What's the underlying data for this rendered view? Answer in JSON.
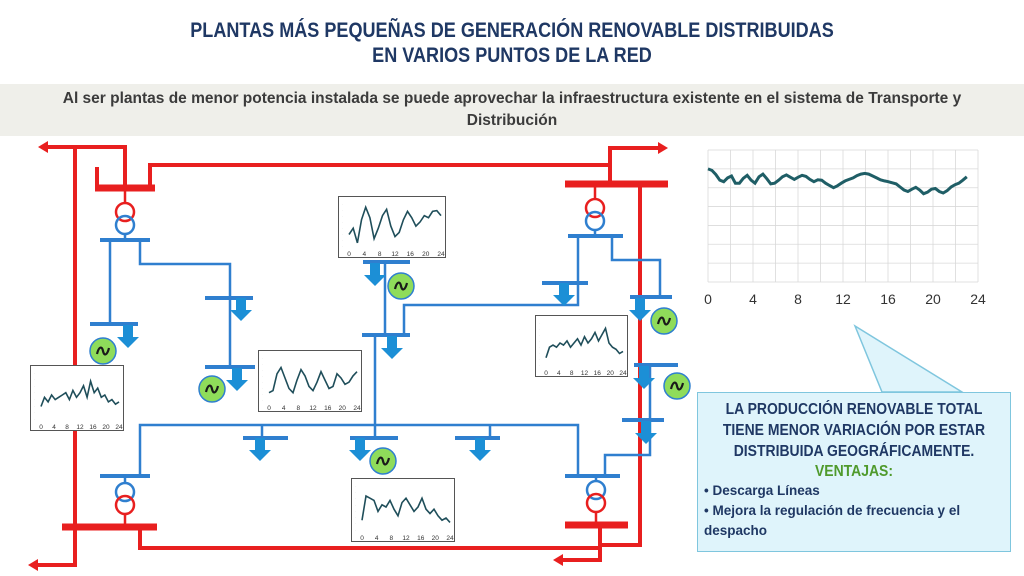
{
  "title": {
    "line1": "PLANTAS MÁS PEQUEÑAS DE GENERACIÓN RENOVABLE DISTRIBUIDAS",
    "line2": "EN VARIOS PUNTOS DE LA RED"
  },
  "subtitle": "Al ser plantas de menor potencia instalada se puede aprovechar la infraestructura existente en el sistema de Transporte y Distribución",
  "colors": {
    "transmission": "#e81f1f",
    "distribution": "#2f7fcf",
    "load_arrow": "#1c8fd6",
    "generator": "#8fdc5a",
    "curve": "#1f4e5a"
  },
  "icons": [
    "generator-icon",
    "transformer-icon",
    "load-arrow-icon"
  ],
  "mini_profile": {
    "x_ticks": [
      "0",
      "4",
      "8",
      "12",
      "16",
      "20",
      "24"
    ],
    "x_ticks_short": [
      "0",
      "4",
      "8",
      "12",
      "16",
      "20",
      "24"
    ]
  },
  "chart_data": {
    "type": "line",
    "x_ticks": [
      "0",
      "4",
      "8",
      "12",
      "16",
      "20",
      "24"
    ],
    "xlim": [
      0,
      24
    ],
    "ylim": [
      0,
      350
    ],
    "grid": true,
    "values": [
      300,
      296,
      285,
      270,
      266,
      276,
      281,
      262,
      262,
      275,
      283,
      270,
      262,
      279,
      286,
      274,
      260,
      262,
      270,
      279,
      284,
      278,
      272,
      278,
      283,
      280,
      272,
      266,
      271,
      270,
      262,
      256,
      250,
      255,
      262,
      268,
      272,
      276,
      282,
      286,
      288,
      286,
      281,
      276,
      271,
      268,
      266,
      263,
      260,
      252,
      244,
      240,
      246,
      251,
      244,
      234,
      238,
      246,
      248,
      240,
      236,
      242,
      252,
      258,
      262,
      270,
      279
    ]
  },
  "callout": {
    "heading_line1": "LA PRODUCCIÓN RENOVABLE TOTAL",
    "heading_line2": "TIENE MENOR VARIACIÓN POR ESTAR",
    "heading_line3": "DISTRIBUIDA GEOGRÁFICAMENTE.",
    "ventajas": "VENTAJAS:",
    "bullet1": "• Descarga Líneas",
    "bullet2": "• Mejora la regulación de frecuencia y el despacho"
  }
}
